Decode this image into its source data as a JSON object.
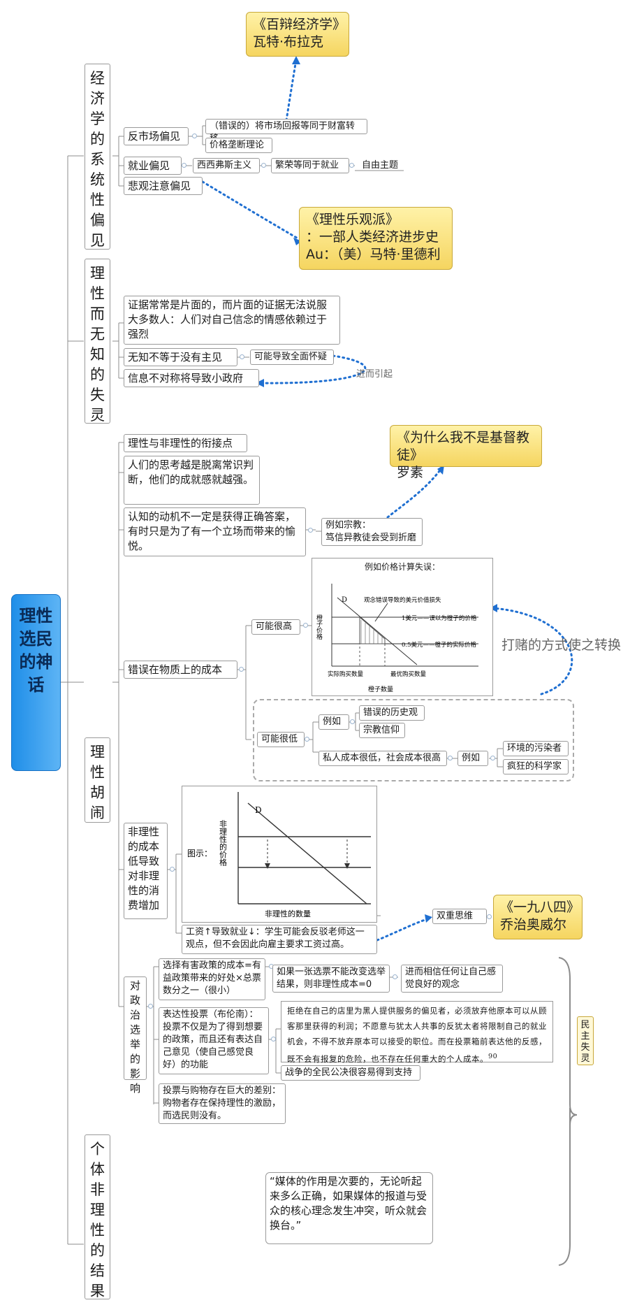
{
  "root": "理性选民的神话",
  "branch1": {
    "title": "经济学的系统性偏见",
    "anti_market": "反市场偏见",
    "anti_market_c1": "（错误的）将市场回报等同于财富转移",
    "anti_market_c2": "价格垄断理论",
    "employment": "就业偏见",
    "sisyphus": "西西弗斯主义",
    "prosperity": "繁荣等同于就业",
    "free_topic": "自由主题",
    "pessimism": "悲观注意偏见",
    "book1_line1": "《百辩经济学》",
    "book1_line2": "瓦特·布拉克",
    "book2_line1": "《理性乐观派》",
    "book2_line2": "：一部人类经济进步史",
    "book2_line3": "Au：（美）马特·里德利"
  },
  "branch2": {
    "title": "理性而无知的失灵",
    "evidence": "证据常常是片面的，而片面的证据无法说服大多数人：人们对自己信念的情感依赖过于强烈",
    "ignorance": "无知不等于没有主见",
    "doubt": "可能导致全面怀疑",
    "info": "信息不对称将导致小政府",
    "leads_to": "进而引起"
  },
  "branch3": {
    "title": "理性胡闹",
    "link_point": "理性与非理性的衔接点",
    "thinking": "人们的思考越是脱离常识判断，他们的成就感就越强。",
    "motive": "认知的动机不一定是获得正确答案，有时只是为了有一个立场而带来的愉悦。",
    "religion": "例如宗教：\n笃信异教徒会受到折磨",
    "book3_line1": "《为什么我不是基督教徒》",
    "book3_line2": "罗素",
    "material_cost": "错误在物质上的成本",
    "may_high": "可能很高",
    "price_chart": {
      "caption": "例如价格计算失误：",
      "d_label": "D",
      "y_label": "橙子价格",
      "x_label": "橙子数量",
      "loss_label": "观念错误导致的美元价值损失",
      "p1_label": "1美元——误以为橙子的价格",
      "p2_label": "0.5美元——橙子的实际价格",
      "q1_label": "实际购买数量",
      "q2_label": "最优购买数量"
    },
    "gamble": "打赌的方式使之转换",
    "may_low": "可能很低",
    "example1": "例如",
    "wrong_history": "错误的历史观",
    "religious_belief": "宗教信仰",
    "private_cost": "私人成本很低，社会成本很高",
    "example2": "例如",
    "polluter": "环境的污染者",
    "mad_scientist": "疯狂的科学家",
    "irrational_cost": "非理性的成本低导致对非理性的消费增加",
    "diagram_label": "图示：",
    "demand_chart": {
      "d_label": "D",
      "y_label": "非理性的价格",
      "x_label": "非理性的数量"
    },
    "wage": "工资↑导致就业↓：学生可能会反驳老师这一观点，但不会因此向雇主要求工资过高。",
    "doublethink": "双重思维",
    "book4_line1": "《一九八四》",
    "book4_line2": "乔治奥威尔",
    "politics": "对政治选举的影响",
    "harmful_policy": "选择有害政策的成本=有益政策带来的好处×总票数分之一（很小）",
    "vote_unchanged": "如果一张选票不能改变选举结果，则非理性成本=0",
    "believe": "进而相信任何让自己感觉良好的观念",
    "expressive": "表达性投票（布伦南）：投票不仅是为了得到想要的政策，而且还有表达自己意见（使自己感觉良好）的功能",
    "quote": "拒绝在自己的店里为黑人提供服务的偏见者，必须放弃他原本可以从顾客那里获得的利润；不愿意与犹太人共事的反犹太者将限制自己的就业机会，不得不放弃原本可以接受的职位。而在投票箱前表达他的反感，既不会有报复的危险，也不存在任何重大的个人成本。",
    "quote_note": "90",
    "war": "战争的全民公决很容易得到支持",
    "shopping": "投票与购物存在巨大的差别：购物者存在保持理性的激励，而选民则没有。",
    "democracy_spirit": "民主失灵"
  },
  "branch4": {
    "title": "个体非理性的结果",
    "media": "“媒体的作用是次要的，无论听起来多么正确，如果媒体的报道与受众的核心理念发生冲突，听众就会换台。”"
  }
}
